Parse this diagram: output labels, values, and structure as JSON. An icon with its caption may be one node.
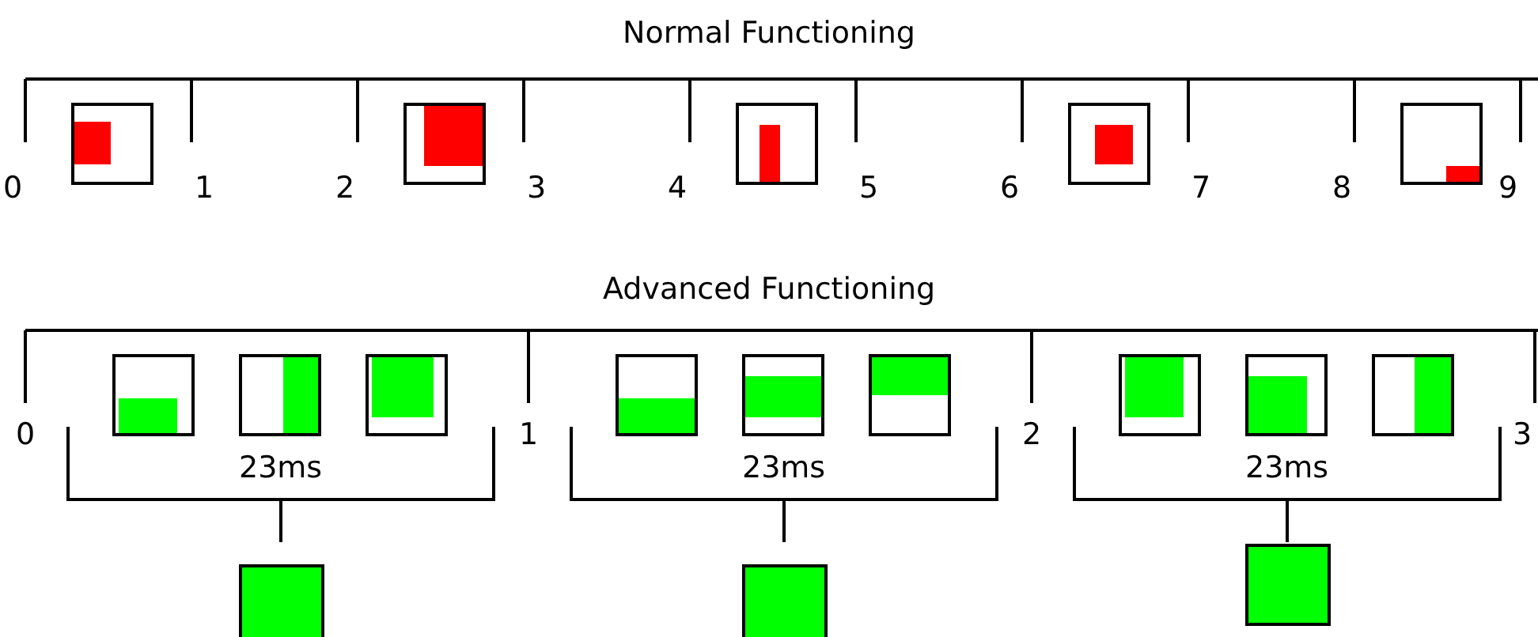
{
  "diagram": {
    "labels": [
      "Normal Functioning",
      "0",
      "1",
      "2",
      "3",
      "4",
      "5",
      "6",
      "7",
      "8",
      "9",
      "Advanced Functioning",
      "0",
      "1",
      "2",
      "3",
      "23ms",
      "23ms",
      "23ms"
    ]
  }
}
